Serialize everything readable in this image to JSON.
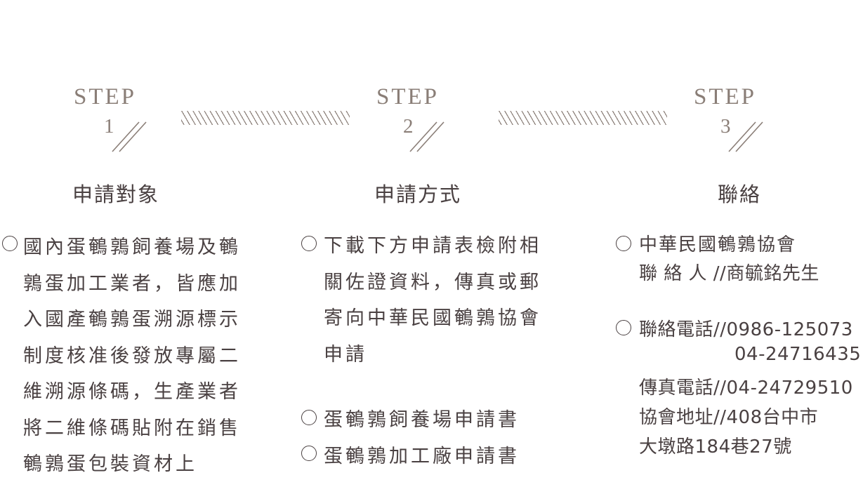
{
  "steps": [
    {
      "word": "STEP",
      "number": "1",
      "title": "申請對象"
    },
    {
      "word": "STEP",
      "number": "2",
      "title": "申請方式"
    },
    {
      "word": "STEP",
      "number": "3",
      "title": "聯絡"
    }
  ],
  "target": {
    "text": "國內蛋鵪鶉飼養場及鵪\n鶉蛋加工業者，皆應加\n入國產鵪鶉蛋溯源標示\n制度核准後發放專屬二\n維溯源條碼，生產業者\n將二維條碼貼附在銷售\n鵪鶉蛋包裝資材上"
  },
  "method": {
    "intro_lines": [
      "下載下方申請表檢附相",
      "關佐證資料，傳真或郵",
      "寄向中華民國鵪鶉協會",
      "申請"
    ],
    "forms": [
      "蛋鵪鶉飼養場申請書",
      "蛋鵪鶉加工廠申請書"
    ]
  },
  "contact": {
    "org": "中華民國鵪鶉協會",
    "person": "聯 絡 人 //商毓銘先生",
    "phone": "聯絡電話//0986-125073",
    "phone2": "04-24716435",
    "fax": "傳真電話//04-24729510",
    "address1": "協會地址//408台中市",
    "address2": "大墩路184巷27號"
  }
}
